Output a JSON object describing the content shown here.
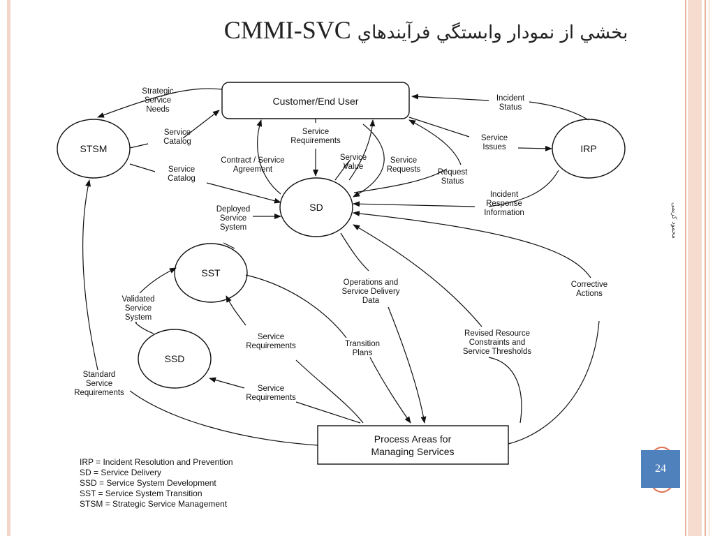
{
  "title": {
    "persian": "بخشي از نمودار وابستگي فرآيندهاي",
    "latin": "CMMI-SVC"
  },
  "author": "محمود کریمی",
  "page_number": "24",
  "nodes": {
    "customer": "Customer/End User",
    "stsm": "STSM",
    "irp": "IRP",
    "sd": "SD",
    "sst": "SST",
    "ssd": "SSD",
    "pa": [
      "Process Areas for",
      "Managing Services"
    ]
  },
  "labels": {
    "strategic_needs": [
      "Strategic",
      "Service",
      "Needs"
    ],
    "service_catalog_1": [
      "Service",
      "Catalog"
    ],
    "service_catalog_2": [
      "Service",
      "Catalog"
    ],
    "incident_status": [
      "Incident",
      "Status"
    ],
    "service_issues": [
      "Service",
      "Issues"
    ],
    "contract": [
      "Contract / Service",
      "Agreement"
    ],
    "service_req_top": [
      "Service",
      "Requirements"
    ],
    "service_value": [
      "Service",
      "Value"
    ],
    "service_requests": [
      "Service",
      "Requests"
    ],
    "request_status": [
      "Request",
      "Status"
    ],
    "incident_response": [
      "Incident",
      "Response",
      "Information"
    ],
    "deployed": [
      "Deployed",
      "Service",
      "System"
    ],
    "operations": [
      "Operations and",
      "Service Delivery",
      "Data"
    ],
    "corrective": [
      "Corrective",
      "Actions"
    ],
    "validated": [
      "Validated",
      "Service",
      "System"
    ],
    "service_req_sst": [
      "Service",
      "Requirements"
    ],
    "transition": [
      "Transition",
      "Plans"
    ],
    "revised": [
      "Revised Resource",
      "Constraints and",
      "Service Thresholds"
    ],
    "standard": [
      "Standard",
      "Service",
      "Requirements"
    ],
    "service_req_ssd": [
      "Service",
      "Requirements"
    ]
  },
  "legend": [
    "IRP = Incident Resolution and Prevention",
    "SD = Service Delivery",
    "SSD = Service System Development",
    "SST = Service System Transition",
    "STSM = Strategic Service Management"
  ]
}
